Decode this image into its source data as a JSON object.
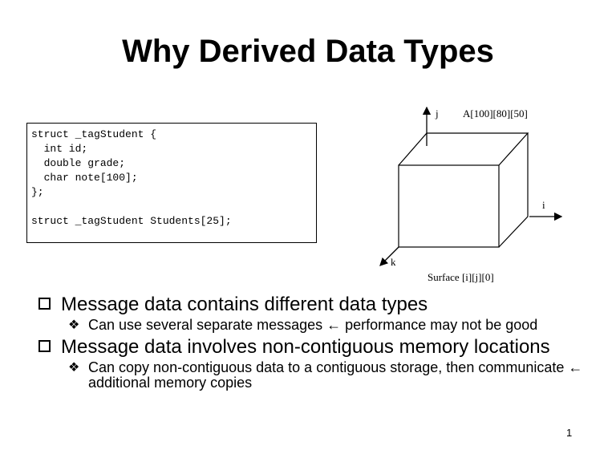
{
  "slide": {
    "title": "Why Derived Data Types",
    "page_number": "1"
  },
  "code": {
    "lines": [
      "struct _tagStudent {",
      "  int id;",
      "  double grade;",
      "  char note[100];",
      "};",
      "",
      "struct _tagStudent Students[25];"
    ]
  },
  "diagram": {
    "axis_j": "j",
    "array_label": "A[100][80][50]",
    "axis_i": "i",
    "axis_k": "k",
    "surface_label": "Surface [i][j][0]"
  },
  "bullets": [
    {
      "text": "Message data contains different data types",
      "sub": [
        "Can use several separate messages ← performance may not be good"
      ]
    },
    {
      "text": "Message data involves non-contiguous memory locations",
      "sub": [
        "Can copy non-contiguous data to a contiguous storage, then communicate ← additional memory copies"
      ]
    }
  ]
}
